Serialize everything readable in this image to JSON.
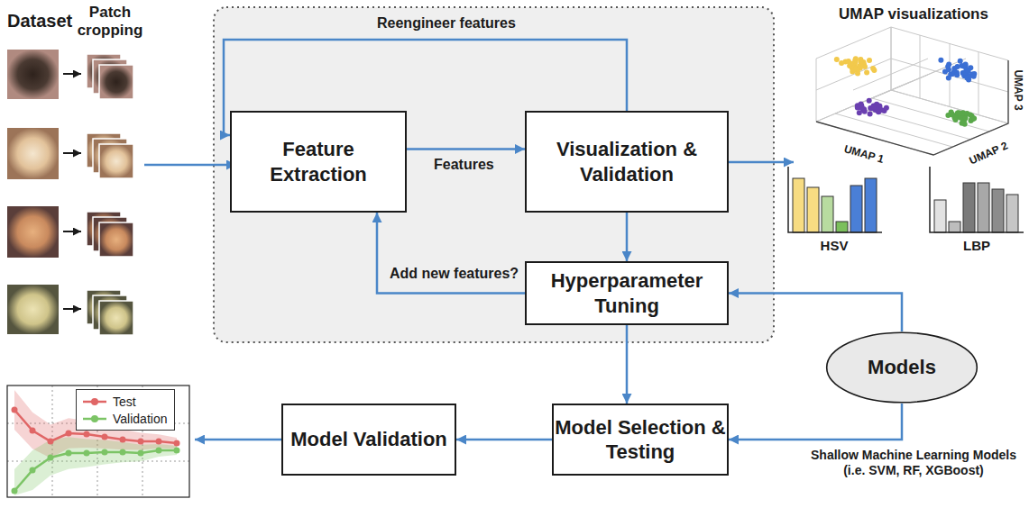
{
  "diagram": {
    "nodes": [
      {
        "text": [
          "Feature Extraction"
        ]
      },
      {
        "text": [
          "Visualization & Validation"
        ]
      },
      {
        "text": [
          "Hyperparameter Tuning"
        ]
      },
      {
        "text": [
          "Models"
        ]
      },
      {
        "text": [
          "Model Selection & Testing"
        ]
      },
      {
        "text": [
          "Model Validation"
        ]
      }
    ],
    "edges": [
      {
        "from": 0,
        "to": 1,
        "label": "Features",
        "arrow": "to"
      },
      {
        "from": 1,
        "to": 0,
        "label": "Reengineer features",
        "arrow": "to"
      },
      {
        "from": 1,
        "to": 2,
        "arrow": "to"
      },
      {
        "from": 2,
        "to": 0,
        "label": "Add new features?",
        "arrow": "to"
      },
      {
        "from": 3,
        "to": 2,
        "arrow": "to"
      },
      {
        "from": 3,
        "to": 4,
        "arrow": "to"
      },
      {
        "from": 2,
        "to": 4,
        "arrow": "to"
      },
      {
        "from": 4,
        "to": 5,
        "arrow": "to"
      }
    ],
    "labels": [
      "Dataset",
      "Patch cropping",
      "UMAP visualizations",
      "UMAP 1",
      "UMAP 2",
      "UMAP 3",
      "HSV",
      "LBP",
      "Shallow Machine Learning Models (i.e. SVM, RF, XGBoost)"
    ],
    "legend": [
      {
        "text": "Test"
      },
      {
        "text": "Validation"
      }
    ]
  }
}
